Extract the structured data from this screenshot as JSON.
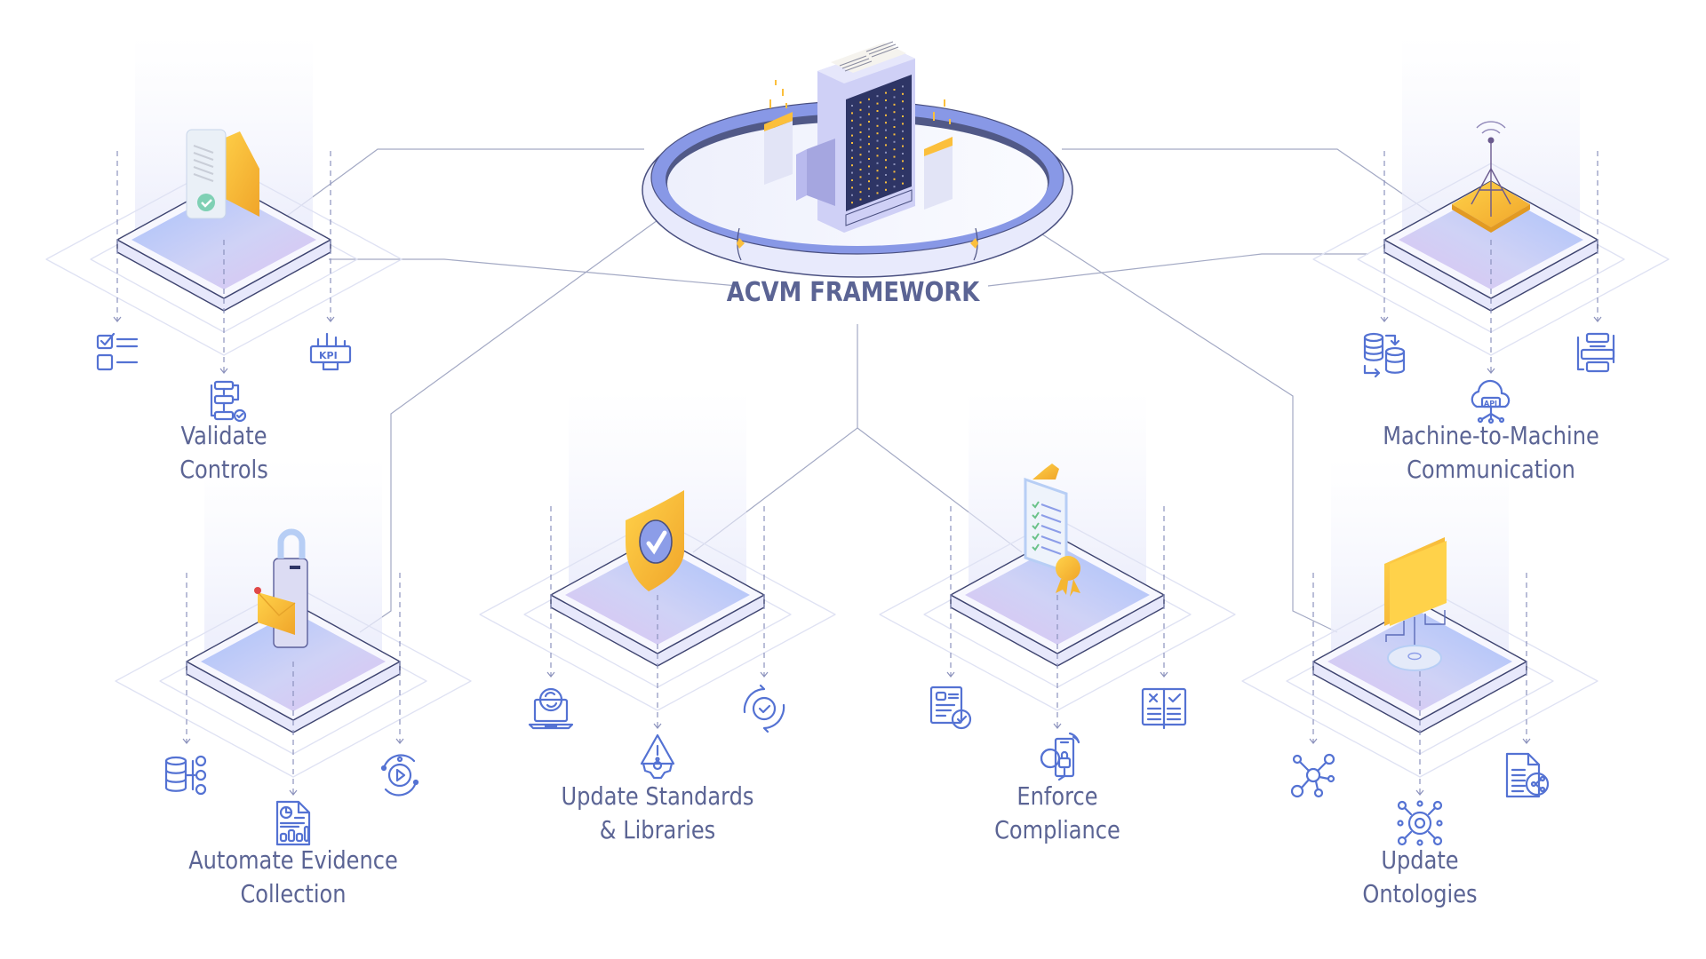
{
  "diagram": {
    "title": "ACVM FRAMEWORK",
    "center_icon": "server-tower-icon",
    "colors": {
      "text": "#5b6494",
      "icon_stroke": "#5472d3",
      "connector": "#9aa1bd",
      "ring": "#8a98e6",
      "accent": "#fbbf3c",
      "platform_top_a": "#a9c1fb",
      "platform_top_b": "#d8c2f2"
    },
    "modules": [
      {
        "id": "validate-controls",
        "label_lines": [
          "Validate",
          "Controls"
        ],
        "hero_icon": "document-envelope-check-icon",
        "icons": [
          "checklist-icon",
          "workflow-check-icon",
          "kpi-icon"
        ]
      },
      {
        "id": "machine-to-machine",
        "label_lines": [
          "Machine-to-Machine",
          "Communication"
        ],
        "hero_icon": "antenna-tower-icon",
        "icons": [
          "database-sync-icon",
          "cloud-api-icon",
          "data-transfer-icon"
        ]
      },
      {
        "id": "automate-evidence",
        "label_lines": [
          "Automate Evidence",
          "Collection"
        ],
        "hero_icon": "phone-mail-icon",
        "icons": [
          "database-network-icon",
          "report-document-icon",
          "gear-play-cycle-icon"
        ]
      },
      {
        "id": "update-standards",
        "label_lines": [
          "Update Standards",
          "& Libraries"
        ],
        "hero_icon": "shield-check-icon",
        "icons": [
          "laptop-update-icon",
          "warning-gear-icon",
          "gear-check-cycle-icon"
        ]
      },
      {
        "id": "enforce-compliance",
        "label_lines": [
          "Enforce",
          "Compliance"
        ],
        "hero_icon": "clipboard-certificate-icon",
        "icons": [
          "document-gear-check-icon",
          "phone-lock-gear-icon",
          "book-cross-check-icon"
        ]
      },
      {
        "id": "update-ontologies",
        "label_lines": [
          "Update",
          "Ontologies"
        ],
        "hero_icon": "folder-network-icon",
        "icons": [
          "network-hub-icon",
          "gear-network-icon",
          "document-share-icon"
        ]
      }
    ]
  }
}
